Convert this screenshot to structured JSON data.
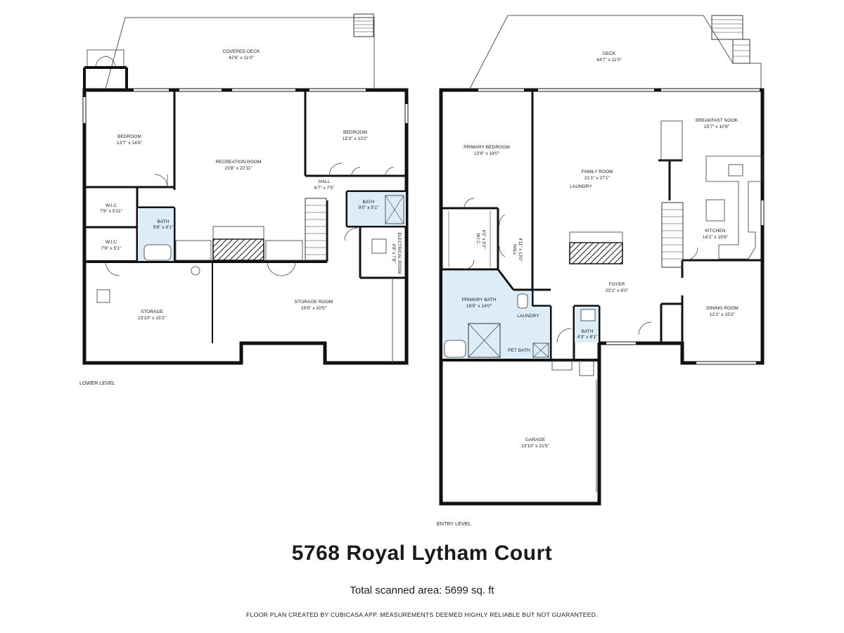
{
  "lower_level": {
    "label": "LOWER LEVEL",
    "rooms": [
      {
        "name": "COVERED DECK",
        "size": "42'6\" x 11'0\""
      },
      {
        "name": "BEDROOM",
        "size": "13'7\" x 14'8\""
      },
      {
        "name": "RECREATION ROOM",
        "size": "23'8\" x 22'11\""
      },
      {
        "name": "BEDROOM",
        "size": "15'3\" x 13'2\""
      },
      {
        "name": "HALL",
        "size": "6'7\" x 7'5\""
      },
      {
        "name": "BATH",
        "size": "9'0\" x 5'1\""
      },
      {
        "name": "W.I.C",
        "size": "7'9\" x 5'11\""
      },
      {
        "name": "BATH",
        "size": "5'6\" x 8'1\""
      },
      {
        "name": "W.I.C",
        "size": "7'9\" x 5'1\""
      },
      {
        "name": "ELECTRICAL ROOM",
        "size": "6'8\" x 7'8\""
      },
      {
        "name": "STORAGE",
        "size": "23'10\" x 15'2\""
      },
      {
        "name": "STORAGE ROOM",
        "size": "29'9\" x 20'5\""
      }
    ]
  },
  "entry_level": {
    "label": "ENTRY LEVEL",
    "rooms": [
      {
        "name": "DECK",
        "size": "44'7\" x 11'0\""
      },
      {
        "name": "PRIMARY BEDROOM",
        "size": "13'8\" x 18'0\""
      },
      {
        "name": "FAMILY ROOM",
        "size": "21'1\" x 27'1\""
      },
      {
        "name": "LAUNDRY",
        "size": ""
      },
      {
        "name": "BREAKFAST NOOK",
        "size": "15'7\" x 10'8\""
      },
      {
        "name": "KITCHEN",
        "size": "14'1\" x 15'6\""
      },
      {
        "name": "W.I.C.",
        "size": "6'0\" x 9'2\""
      },
      {
        "name": "HALL",
        "size": "4'11\" x 13'0\""
      },
      {
        "name": "FOYER",
        "size": "23'1\" x 6'0\""
      },
      {
        "name": "PRIMARY BATH",
        "size": "16'5\" x 14'0\""
      },
      {
        "name": "LAUNDRY",
        "size": ""
      },
      {
        "name": "PET BATH",
        "size": ""
      },
      {
        "name": "BATH",
        "size": "4'3\" x 8'1\""
      },
      {
        "name": "DINING ROOM",
        "size": "12'1\" x 15'2\""
      },
      {
        "name": "GARAGE",
        "size": "23'10\" x 21'5\""
      }
    ]
  },
  "address": "5768 Royal Lytham Court",
  "total_area": "Total scanned area: 5699 sq. ft",
  "disclaimer": "FLOOR PLAN CREATED BY CUBICASA APP. MEASUREMENTS DEEMED HIGHLY RELIABLE BUT NOT GUARANTEED.",
  "colors": {
    "wall": "#111111",
    "bath_fill": "#dcedf7",
    "thin_line": "#555555"
  }
}
